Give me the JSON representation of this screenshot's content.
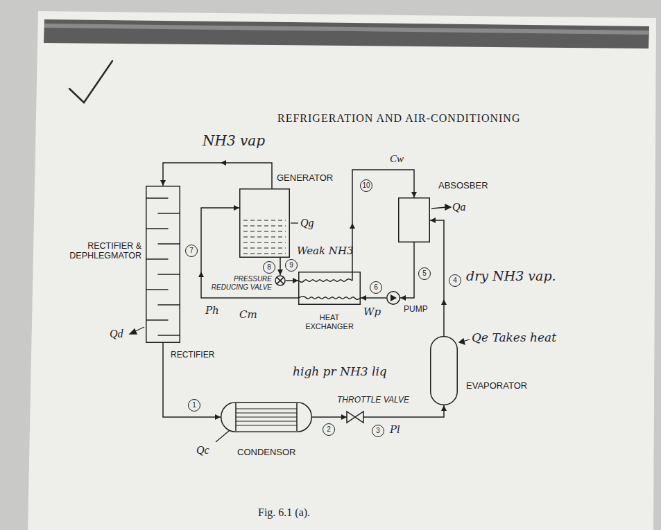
{
  "diagram": {
    "title": "REFRIGERATION AND AIR-CONDITIONING",
    "caption": "Fig. 6.1 (a).",
    "nodes": [
      {
        "text": [
          "RECTIFIER & DEPHLEGMATOR"
        ]
      },
      {
        "text": [
          "GENERATOR"
        ]
      },
      {
        "text": [
          "PRESSURE REDUCING VALVE"
        ]
      },
      {
        "text": [
          "HEAT EXCHANGER"
        ]
      },
      {
        "text": [
          "ABSOSBER"
        ]
      },
      {
        "text": [
          "PUMP"
        ]
      },
      {
        "text": [
          "EVAPORATOR"
        ]
      },
      {
        "text": [
          "CONDENSOR"
        ]
      },
      {
        "text": [
          "THROTTLE VALVE"
        ]
      }
    ],
    "edges": [
      {
        "from": 1,
        "to": 0,
        "arrow": "to"
      },
      {
        "from": 0,
        "to": 7,
        "arrow": "to"
      },
      {
        "from": 7,
        "to": 8,
        "arrow": "to"
      },
      {
        "from": 8,
        "to": 6,
        "arrow": "to"
      },
      {
        "from": 6,
        "to": 4,
        "arrow": "to"
      },
      {
        "from": 4,
        "to": 5,
        "arrow": "to"
      },
      {
        "from": 5,
        "to": 3,
        "arrow": "to"
      },
      {
        "from": 3,
        "to": 1,
        "arrow": "to"
      },
      {
        "from": 1,
        "to": 2,
        "arrow": "to"
      },
      {
        "from": 2,
        "to": 3,
        "arrow": "to"
      },
      {
        "from": 3,
        "to": 4,
        "arrow": "to"
      }
    ],
    "labels": [
      "NH3 vap",
      "Cw",
      "10",
      "Qa",
      "Qg",
      "7",
      "8",
      "9",
      "Weak NH3",
      "6",
      "5",
      "4",
      "dry NH3 vap.",
      "Ph",
      "Cm",
      "Wp",
      "Qe Takes heat",
      "Qd",
      "RECTIFIER",
      "high pr NH3 liq",
      "1",
      "2",
      "3",
      "Pl",
      "Qc"
    ]
  }
}
